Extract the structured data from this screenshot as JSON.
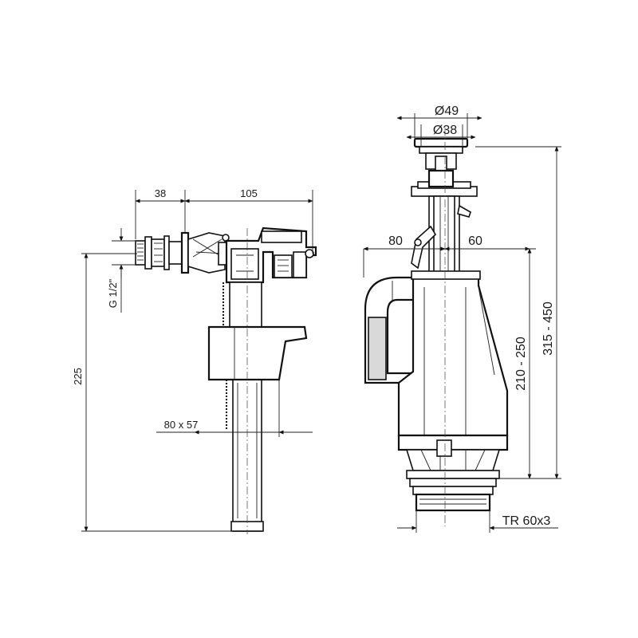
{
  "valve": {
    "dim_width_top_left": "38",
    "dim_width_top_right": "105",
    "dim_thread": "G 1/2\"",
    "dim_height": "225",
    "dim_float": "80 x 57"
  },
  "flush": {
    "dim_outer_button": "Ø49",
    "dim_inner_button": "Ø38",
    "dim_left_offset": "80",
    "dim_right_offset": "60",
    "dim_height_range_inner": "210 - 250",
    "dim_height_range_outer": "315 - 450",
    "dim_bottom_thread": "TR 60x3"
  }
}
